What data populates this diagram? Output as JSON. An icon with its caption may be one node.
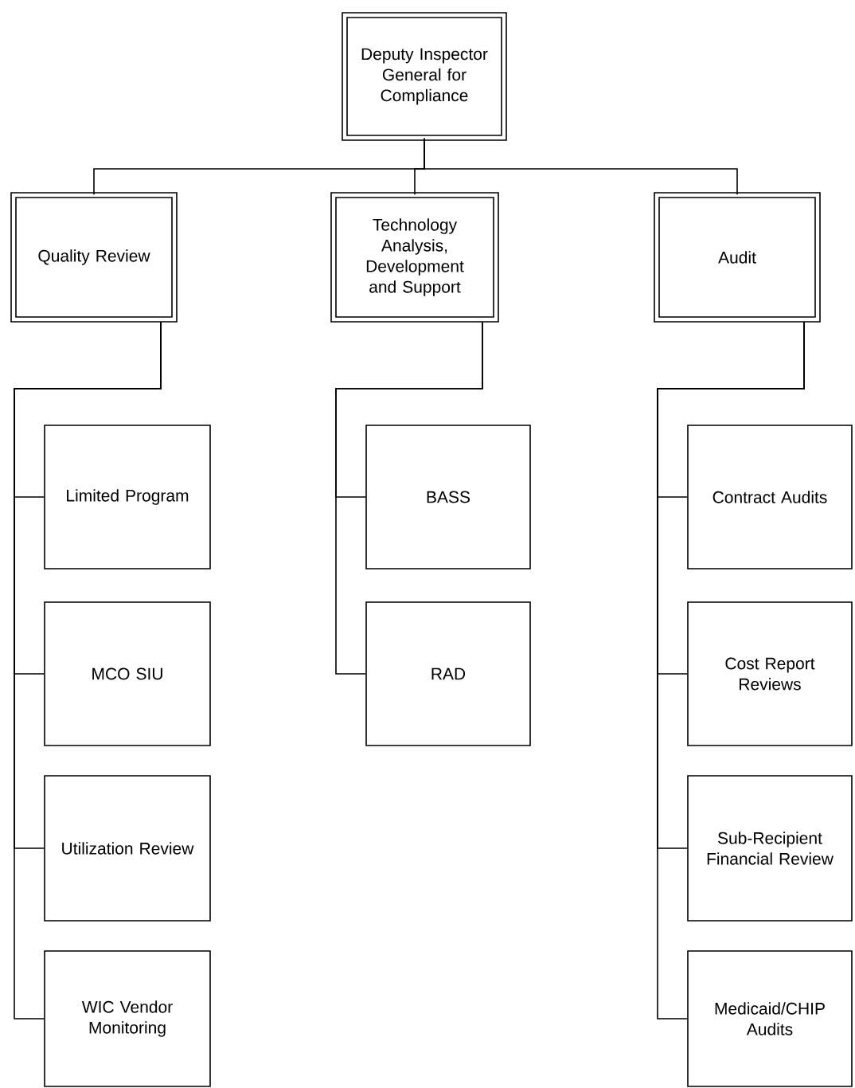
{
  "diagram": {
    "nodes": [
      {
        "text": [
          "Deputy Inspector General for Compliance"
        ]
      },
      {
        "text": [
          "Quality Review"
        ]
      },
      {
        "text": [
          "Technology Analysis, Development and Support"
        ]
      },
      {
        "text": [
          "Audit"
        ]
      },
      {
        "text": [
          "Limited Program"
        ]
      },
      {
        "text": [
          "MCO SIU"
        ]
      },
      {
        "text": [
          "Utilization Review"
        ]
      },
      {
        "text": [
          "WIC Vendor Monitoring"
        ]
      },
      {
        "text": [
          "BASS"
        ]
      },
      {
        "text": [
          "RAD"
        ]
      },
      {
        "text": [
          "Contract Audits"
        ]
      },
      {
        "text": [
          "Cost Report Reviews"
        ]
      },
      {
        "text": [
          "Sub-Recipient Financial Review"
        ]
      },
      {
        "text": [
          "Medicaid/CHIP Audits"
        ]
      }
    ],
    "edges": [
      {
        "from": 0,
        "to": 1,
        "arrow": "none"
      },
      {
        "from": 0,
        "to": 2,
        "arrow": "none"
      },
      {
        "from": 0,
        "to": 3,
        "arrow": "none"
      },
      {
        "from": 1,
        "to": 4,
        "arrow": "none"
      },
      {
        "from": 1,
        "to": 5,
        "arrow": "none"
      },
      {
        "from": 1,
        "to": 6,
        "arrow": "none"
      },
      {
        "from": 1,
        "to": 7,
        "arrow": "none"
      },
      {
        "from": 2,
        "to": 8,
        "arrow": "none"
      },
      {
        "from": 2,
        "to": 9,
        "arrow": "none"
      },
      {
        "from": 3,
        "to": 10,
        "arrow": "none"
      },
      {
        "from": 3,
        "to": 11,
        "arrow": "none"
      },
      {
        "from": 3,
        "to": 12,
        "arrow": "none"
      },
      {
        "from": 3,
        "to": 13,
        "arrow": "none"
      }
    ]
  }
}
